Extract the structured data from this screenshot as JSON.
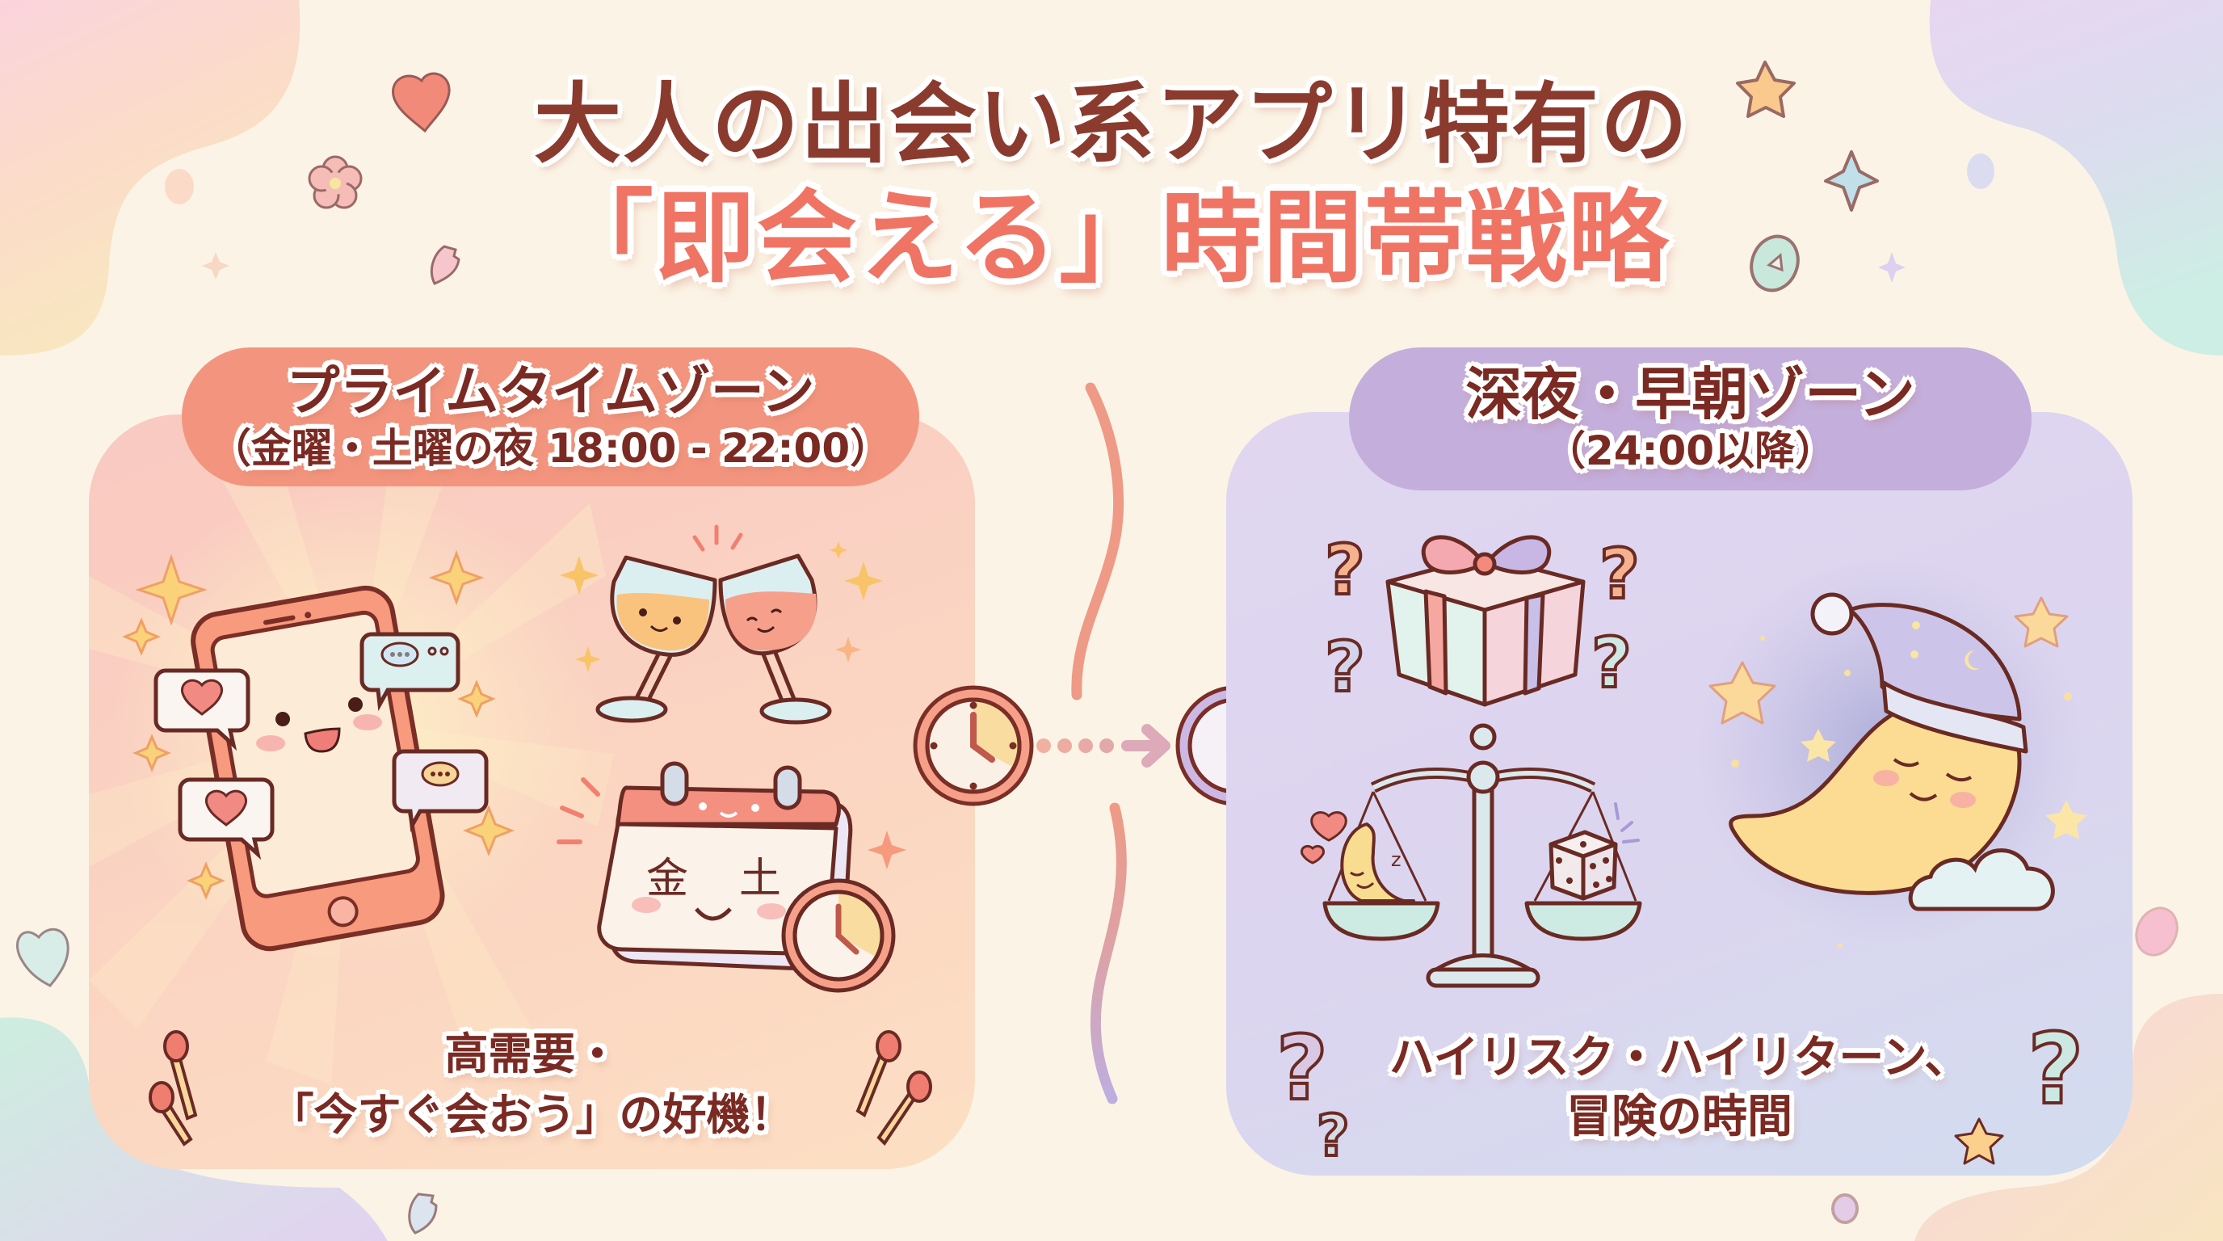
{
  "title": {
    "line1": "大人の出会い系アプリ特有の",
    "line2": "「即会える」時間帯戦略"
  },
  "colors": {
    "background": "#fbf4e6",
    "text_dark": "#7a2a22",
    "title_accent": "#ef7464",
    "prime_pill": "#f3957e",
    "prime_panel": "#f9cfc0",
    "night_pill": "#c4aedb",
    "night_panel": "#ddd4ee",
    "divider_top": "#ee9a86",
    "divider_bottom": "#bdaee0"
  },
  "zones": {
    "prime": {
      "title": "プライムタイムゾーン",
      "subtitle": "（金曜・土曜の夜 18:00 - 22:00）",
      "caption_line1": "高需要・",
      "caption_line2": "「今すぐ会おう」の好機！",
      "calendar_days": [
        "金",
        "土"
      ],
      "illustrations": [
        "smartphone-with-messages",
        "toasting-wine-glasses",
        "calendar-with-clock",
        "matches"
      ]
    },
    "night": {
      "title": "深夜・早朝ゾーン",
      "subtitle": "（24:00以降）",
      "caption_line1": "ハイリスク・ハイリターン、",
      "caption_line2": "冒険の時間",
      "scale_z": "z",
      "illustrations": [
        "mystery-gift-box",
        "balance-scale-moon-dice",
        "sleeping-moon-nightcap",
        "question-marks"
      ]
    }
  },
  "transition": {
    "from_icon": "clock-icon",
    "to_icon": "clock-icon",
    "connector": "dotted-arrow"
  }
}
